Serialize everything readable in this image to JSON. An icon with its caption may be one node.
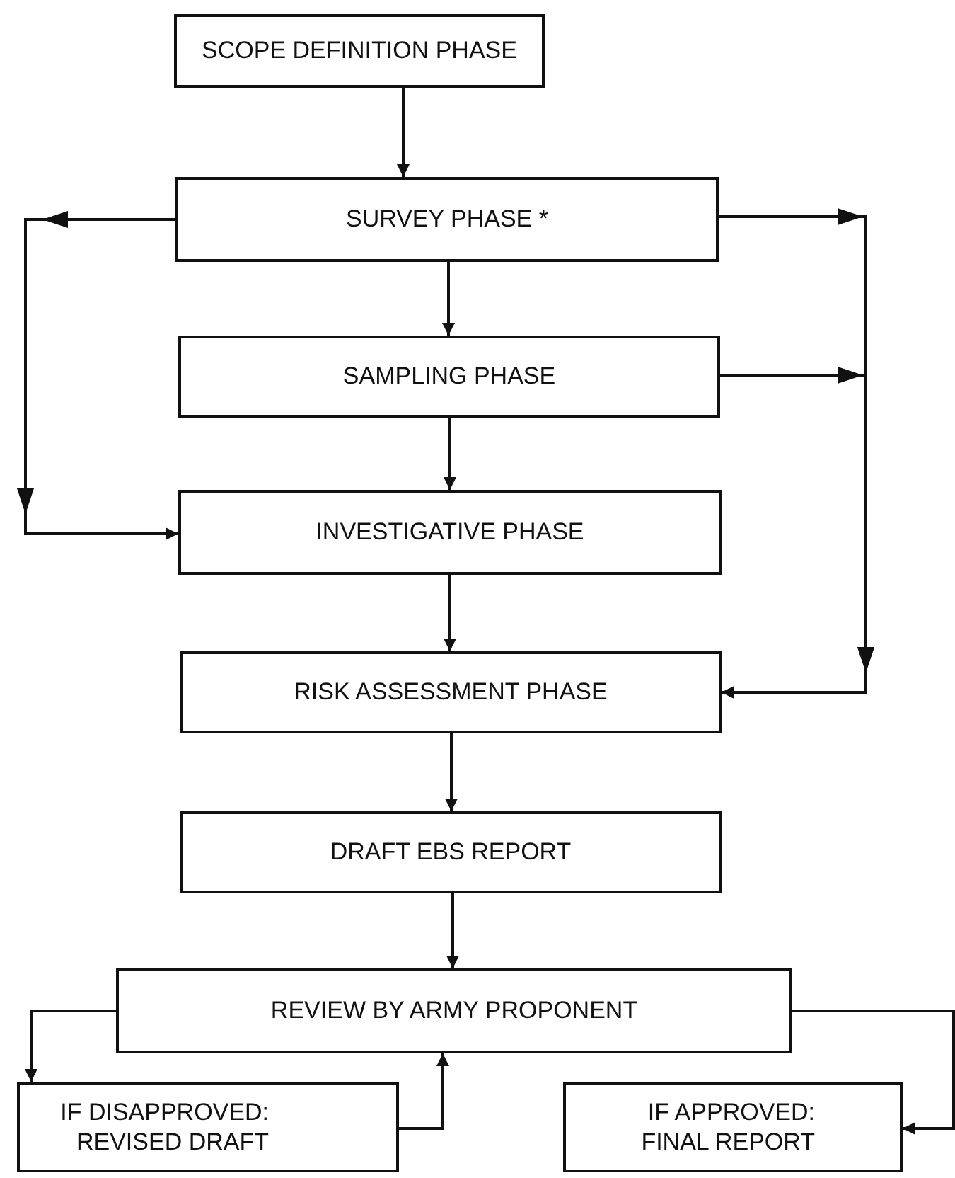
{
  "diagram": {
    "nodes": [
      {
        "text": [
          "SCOPE DEFINITION PHASE"
        ]
      },
      {
        "text": [
          "SURVEY PHASE *"
        ]
      },
      {
        "text": [
          "SAMPLING PHASE"
        ]
      },
      {
        "text": [
          "INVESTIGATIVE PHASE"
        ]
      },
      {
        "text": [
          "RISK ASSESSMENT PHASE"
        ]
      },
      {
        "text": [
          "DRAFT EBS REPORT"
        ]
      },
      {
        "text": [
          "REVIEW BY ARMY PROPONENT"
        ]
      },
      {
        "text": [
          "IF DISAPPROVED: REVISED DRAFT"
        ]
      },
      {
        "text": [
          "IF APPROVED: FINAL REPORT"
        ]
      }
    ],
    "edges": [
      {
        "from": 0,
        "to": 1,
        "arrow": "to"
      },
      {
        "from": 1,
        "to": 2,
        "arrow": "to"
      },
      {
        "from": 2,
        "to": 3,
        "arrow": "to"
      },
      {
        "from": 3,
        "to": 4,
        "arrow": "to"
      },
      {
        "from": 4,
        "to": 5,
        "arrow": "to"
      },
      {
        "from": 5,
        "to": 6,
        "arrow": "to"
      },
      {
        "from": 1,
        "to": 3,
        "arrow": "to"
      },
      {
        "from": 1,
        "to": 4,
        "arrow": "to"
      },
      {
        "from": 2,
        "to": 4,
        "arrow": "to"
      },
      {
        "from": 6,
        "to": 7,
        "arrow": "to"
      },
      {
        "from": 7,
        "to": 6,
        "arrow": "to"
      },
      {
        "from": 6,
        "to": 8,
        "arrow": "to"
      }
    ]
  }
}
